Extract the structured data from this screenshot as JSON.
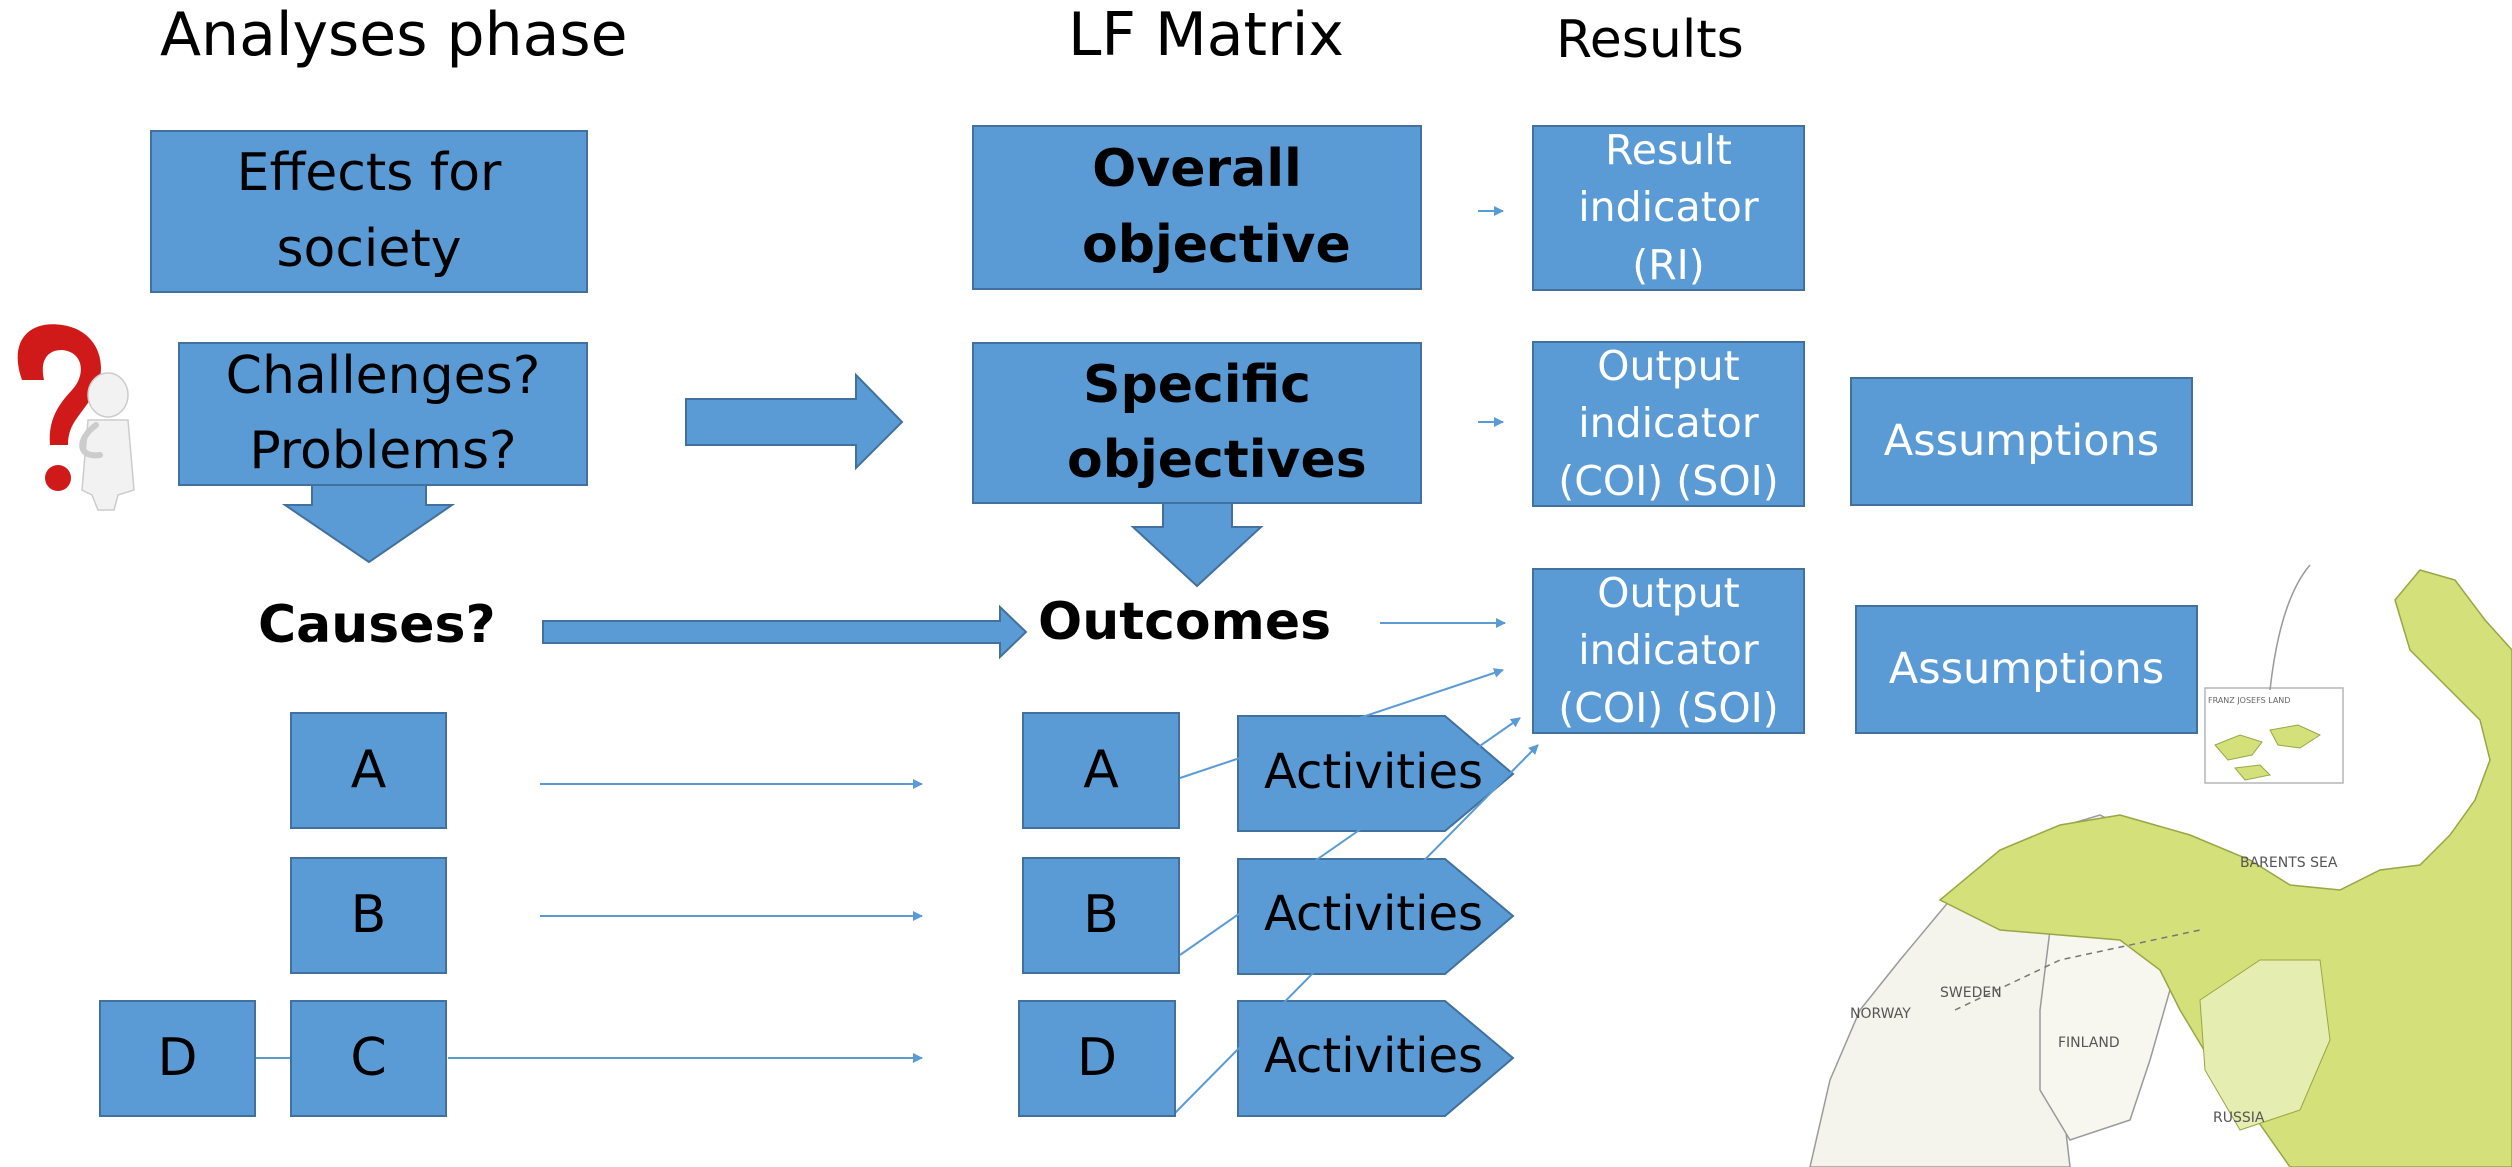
{
  "headings": {
    "analyses": "Analyses phase",
    "lf_matrix": "LF Matrix",
    "results": "Results"
  },
  "analyses": {
    "effects": "Effects for society",
    "challenges": "Challenges? Problems?",
    "causes": "Causes?",
    "cause_a": "A",
    "cause_b": "B",
    "cause_c": "C",
    "cause_d": "D"
  },
  "lf_matrix": {
    "overall_objective": "Overall objective",
    "specific_objectives": "Specific objectives",
    "outcomes": "Outcomes",
    "outcome_a": "A",
    "outcome_b": "B",
    "outcome_d": "D",
    "activities": [
      "Activities",
      "Activities",
      "Activities"
    ]
  },
  "results": {
    "result_indicator": "Result indicator (RI)",
    "output_indicator_1": "Output indicator (COI) (SOI)",
    "output_indicator_2": "Output indicator (COI) (SOI)",
    "assumptions_1": "Assumptions",
    "assumptions_2": "Assumptions"
  },
  "map": {
    "labels": [
      "FRANZ JOSEFS LAND",
      "BARENTS SEA",
      "NORWAY",
      "SWEDEN",
      "FINLAND",
      "RUSSIA"
    ]
  },
  "colors": {
    "box_fill": "#5b9bd5",
    "box_border": "#41719c",
    "map_fill": "#d4e07a",
    "question_mark": "#d01919"
  }
}
